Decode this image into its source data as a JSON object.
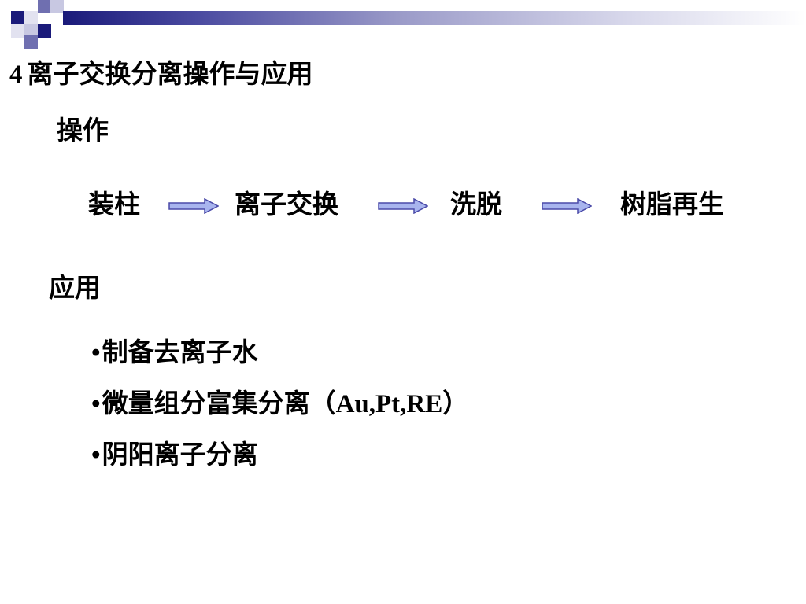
{
  "slide": {
    "title_number": "4",
    "title_text": "离子交换分离操作与应用",
    "operation": {
      "heading": "操作",
      "steps": [
        "装柱",
        "离子交换",
        "洗脱",
        "树脂再生"
      ]
    },
    "application": {
      "heading": "应用",
      "bullet_symbol": "•",
      "items": [
        {
          "text": "制备去离子水",
          "latin": ""
        },
        {
          "text": "微量组分富集分离（",
          "latin": "Au,Pt,RE",
          "suffix": "）"
        },
        {
          "text": "阴阳离子分离",
          "latin": ""
        }
      ]
    },
    "colors": {
      "header_dark": "#1a1a7a",
      "arrow_fill": "#a8b4ee",
      "arrow_stroke": "#4a4aa8"
    }
  }
}
